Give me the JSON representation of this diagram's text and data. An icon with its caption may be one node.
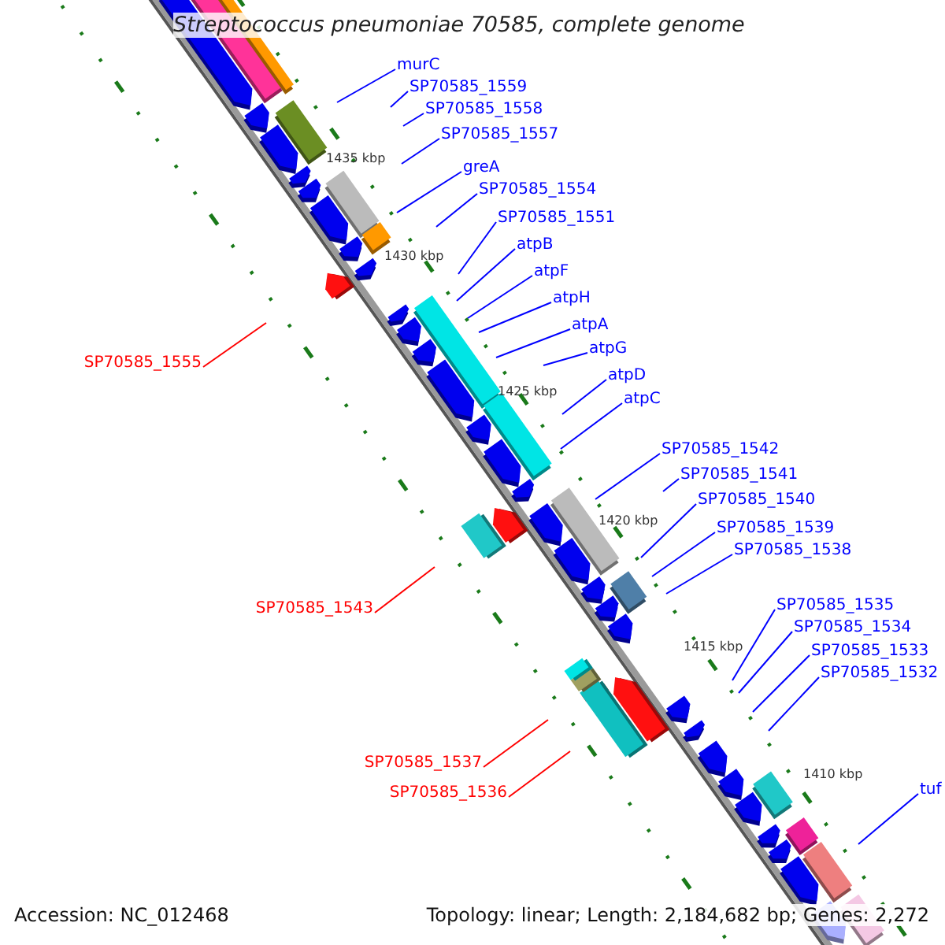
{
  "diagram": {
    "title": "Streptococcus pneumoniae 70585, complete genome",
    "nodes": [
      {
        "text": [
          "murC"
        ]
      },
      {
        "text": [
          "SP70585_1559"
        ]
      },
      {
        "text": [
          "SP70585_1558"
        ]
      },
      {
        "text": [
          "SP70585_1557"
        ]
      },
      {
        "text": [
          "greA"
        ]
      },
      {
        "text": [
          "SP70585_1554"
        ]
      },
      {
        "text": [
          "SP70585_1551"
        ]
      },
      {
        "text": [
          "atpB"
        ]
      },
      {
        "text": [
          "atpF"
        ]
      },
      {
        "text": [
          "atpH"
        ]
      },
      {
        "text": [
          "atpA"
        ]
      },
      {
        "text": [
          "atpG"
        ]
      },
      {
        "text": [
          "SP70585_1555"
        ]
      },
      {
        "text": [
          "atpD"
        ]
      },
      {
        "text": [
          "atpC"
        ]
      },
      {
        "text": [
          "SP70585_1542"
        ]
      },
      {
        "text": [
          "SP70585_1541"
        ]
      },
      {
        "text": [
          "SP70585_1540"
        ]
      },
      {
        "text": [
          "SP70585_1539"
        ]
      },
      {
        "text": [
          "SP70585_1538"
        ]
      },
      {
        "text": [
          "SP70585_1535"
        ]
      },
      {
        "text": [
          "SP70585_1543"
        ]
      },
      {
        "text": [
          "SP70585_1534"
        ]
      },
      {
        "text": [
          "SP70585_1533"
        ]
      },
      {
        "text": [
          "SP70585_1532"
        ]
      },
      {
        "text": [
          "SP70585_1537"
        ]
      },
      {
        "text": [
          "tuf"
        ]
      },
      {
        "text": [
          "SP70585_1536"
        ]
      }
    ],
    "edges": [
      {
        "from": 0,
        "to": null,
        "arrow": "none"
      },
      {
        "from": 1,
        "to": null,
        "arrow": "none"
      },
      {
        "from": 2,
        "to": null,
        "arrow": "none"
      },
      {
        "from": 3,
        "to": null,
        "arrow": "none"
      },
      {
        "from": 4,
        "to": null,
        "arrow": "none"
      },
      {
        "from": 5,
        "to": null,
        "arrow": "none"
      },
      {
        "from": 6,
        "to": null,
        "arrow": "none"
      },
      {
        "from": 7,
        "to": null,
        "arrow": "none"
      },
      {
        "from": 8,
        "to": null,
        "arrow": "none"
      },
      {
        "from": 9,
        "to": null,
        "arrow": "none"
      },
      {
        "from": 10,
        "to": null,
        "arrow": "none"
      },
      {
        "from": 11,
        "to": null,
        "arrow": "none"
      },
      {
        "from": 12,
        "to": null,
        "arrow": "none",
        "color": "#ff0000"
      },
      {
        "from": 13,
        "to": null,
        "arrow": "none"
      },
      {
        "from": 14,
        "to": null,
        "arrow": "none"
      },
      {
        "from": 15,
        "to": null,
        "arrow": "none"
      },
      {
        "from": 16,
        "to": null,
        "arrow": "none"
      },
      {
        "from": 17,
        "to": null,
        "arrow": "none"
      },
      {
        "from": 18,
        "to": null,
        "arrow": "none"
      },
      {
        "from": 19,
        "to": null,
        "arrow": "none"
      },
      {
        "from": 20,
        "to": null,
        "arrow": "none"
      },
      {
        "from": 21,
        "to": null,
        "arrow": "none",
        "color": "#ff0000"
      },
      {
        "from": 22,
        "to": null,
        "arrow": "none"
      },
      {
        "from": 23,
        "to": null,
        "arrow": "none"
      },
      {
        "from": 24,
        "to": null,
        "arrow": "none"
      },
      {
        "from": 25,
        "to": null,
        "arrow": "none",
        "color": "#ff0000"
      },
      {
        "from": 26,
        "to": null,
        "arrow": "none"
      },
      {
        "from": 27,
        "to": null,
        "arrow": "none",
        "color": "#ff0000"
      }
    ],
    "labels": [
      "1435 kbp",
      "1430 kbp",
      "1425 kbp",
      "1420 kbp",
      "1415 kbp",
      "1410 kbp",
      "Accession: NC_012468",
      "Topology: linear; Length: 2,184,682 bp; Genes: 2,272"
    ]
  }
}
